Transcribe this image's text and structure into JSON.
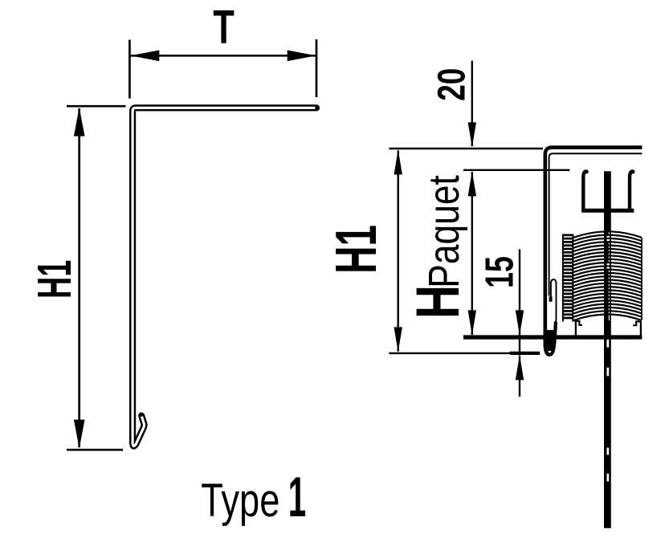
{
  "colors": {
    "background": "#ffffff",
    "ink": "#000000"
  },
  "left_figure": {
    "description": "elevation of sheet-metal profile",
    "width_dim_label": "T",
    "height_dim_label": "H1",
    "caption_word": "Type",
    "caption_number": "1"
  },
  "right_figure": {
    "description": "section through profile with rolled shutter package",
    "height_dim_label": "H1",
    "package_dim_prefix": "H",
    "package_dim_word": "Paquet",
    "top_clearance_label": "20",
    "bottom_clearance_label": "15"
  }
}
